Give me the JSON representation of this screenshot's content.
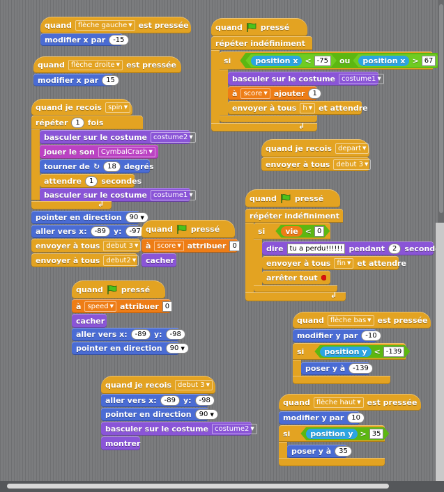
{
  "b1": {
    "hat_pre": "quand",
    "key": "flèche gauche",
    "hat_post": "est pressée",
    "cmd": "modifier x par",
    "val": "-15"
  },
  "b2": {
    "hat_pre": "quand",
    "key": "flèche droite",
    "hat_post": "est pressée",
    "cmd": "modifier x par",
    "val": "15"
  },
  "b3": {
    "hat_pre": "quand je recois",
    "msg": "spin",
    "repeat": "répéter",
    "repeat_n": "1",
    "repeat_post": "fois",
    "costume_cmd": "basculer sur le costume",
    "costume_a": "costume2",
    "sound_cmd": "jouer le son",
    "sound": "CymbalCrash",
    "turn_cmd": "tourner de",
    "turn_val": "18",
    "turn_post": "degrés",
    "wait_cmd": "attendre",
    "wait_val": "1",
    "wait_post": "secondes",
    "costume_b": "costume1",
    "point_cmd": "pointer en direction",
    "point_val": "90",
    "goto_cmd": "aller vers x:",
    "goto_x": "-89",
    "goto_y_label": "y:",
    "goto_y": "-97",
    "bc1_cmd": "envoyer à tous",
    "bc1": "debut 3",
    "bc2": "debut2"
  },
  "b4": {
    "hat_pre": "quand",
    "hat_post": "pressé",
    "forever": "répéter indéfiniment",
    "if": "si",
    "posx": "position x",
    "lt": "<",
    "v1": "-75",
    "or": "ou",
    "gt": ">",
    "v2": "67",
    "costume_cmd": "basculer sur le costume",
    "costume": "costume1",
    "a": "à",
    "var": "score",
    "add": "ajouter",
    "add_val": "1",
    "bc_cmd": "envoyer à tous",
    "bc": "h",
    "bc_post": "et attendre"
  },
  "b5": {
    "hat_pre": "quand je recois",
    "msg": "depart",
    "bc_cmd": "envoyer à tous",
    "bc": "debut 3"
  },
  "b6": {
    "hat_pre": "quand",
    "hat_post": "pressé",
    "forever": "répéter indéfiniment",
    "if": "si",
    "vie": "vie",
    "lt": "<",
    "v": "0",
    "say_cmd": "dire",
    "say_text": "tu a perdu!!!!!!",
    "say_post": "pendant",
    "say_n": "2",
    "say_unit": "secondes",
    "bc_cmd": "envoyer à tous",
    "bc": "fin",
    "bc_post": "et attendre",
    "stop_cmd": "arrêter tout"
  },
  "b7": {
    "hat_pre": "quand",
    "hat_post": "pressé",
    "a": "à",
    "var": "score",
    "set": "attribuer",
    "val": "0",
    "hide": "cacher"
  },
  "b8": {
    "hat_pre": "quand",
    "hat_post": "pressé",
    "a": "à",
    "var": "speed",
    "set": "attribuer",
    "val": "0",
    "hide": "cacher",
    "goto_cmd": "aller vers x:",
    "x": "-89",
    "ylab": "y:",
    "y": "-98",
    "point_cmd": "pointer en direction",
    "point_val": "90"
  },
  "b9": {
    "hat_pre": "quand",
    "key": "flèche bas",
    "hat_post": "est pressée",
    "cmd": "modifier y par",
    "val": "-10",
    "if": "si",
    "posy": "position y",
    "lt": "<",
    "lim": "-139",
    "set_cmd": "poser y à",
    "set_val": "-139"
  },
  "b10": {
    "hat_pre": "quand je recois",
    "msg": "debut 3",
    "goto_cmd": "aller vers x:",
    "x": "-89",
    "ylab": "y:",
    "y": "-98",
    "point_cmd": "pointer en direction",
    "point_val": "90",
    "costume_cmd": "basculer sur le costume",
    "costume": "costume2",
    "show": "montrer"
  },
  "b11": {
    "hat_pre": "quand",
    "key": "flèche haut",
    "hat_post": "est pressée",
    "cmd": "modifier y par",
    "val": "10",
    "if": "si",
    "posy": "position y",
    "gt": ">",
    "lim": "35",
    "set_cmd": "poser y à",
    "set_val": "35"
  },
  "icons": {
    "flag": "green-flag-icon",
    "stop": "stop-sign-icon",
    "turn": "rotate-cw-icon",
    "loop": "loop-arrow-icon"
  },
  "colors": {
    "control": "#e3a322",
    "motion": "#4a6cd4",
    "looks": "#8a55d7",
    "sound": "#bb42c3",
    "variables": "#ee7d16",
    "operators": "#5cb712",
    "sensing": "#2ca5e2"
  }
}
